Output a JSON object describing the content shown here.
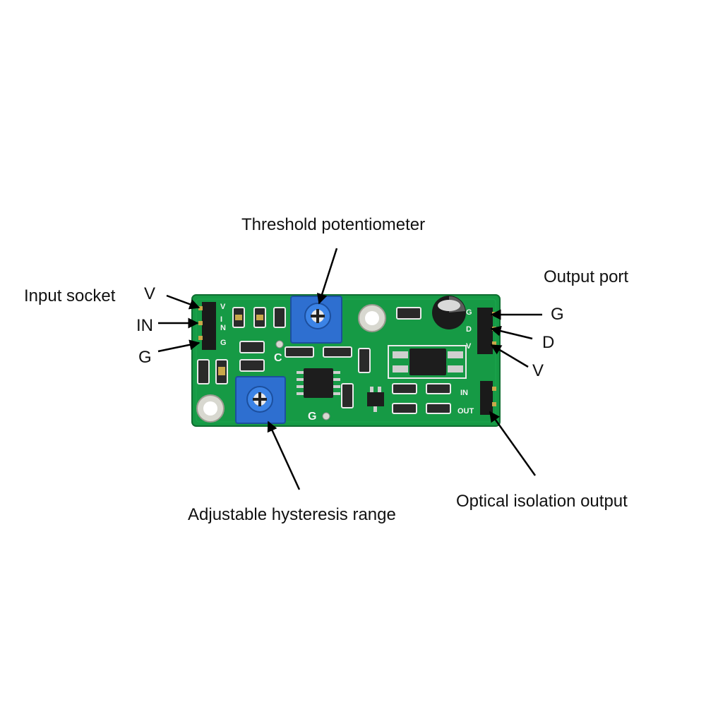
{
  "labels": {
    "threshold_potentiometer": "Threshold potentiometer",
    "input_socket": "Input socket",
    "output_port": "Output port",
    "hysteresis": "Adjustable hysteresis range",
    "optical_output": "Optical isolation output"
  },
  "input_pins": [
    "V",
    "IN",
    "G"
  ],
  "output_pins": [
    "G",
    "D",
    "V"
  ],
  "silkscreen": {
    "input_pins": [
      "V",
      "I",
      "N",
      "G"
    ],
    "output_pins": [
      "G",
      "D",
      "V"
    ],
    "opto_pins": [
      "IN",
      "OUT"
    ],
    "center_c": "C",
    "center_g": "G"
  },
  "colors": {
    "pcb": "#169a45",
    "pcb_dark": "#0f7a35",
    "pot_blue": "#2e6fd0",
    "header": "#1a1a1a"
  }
}
